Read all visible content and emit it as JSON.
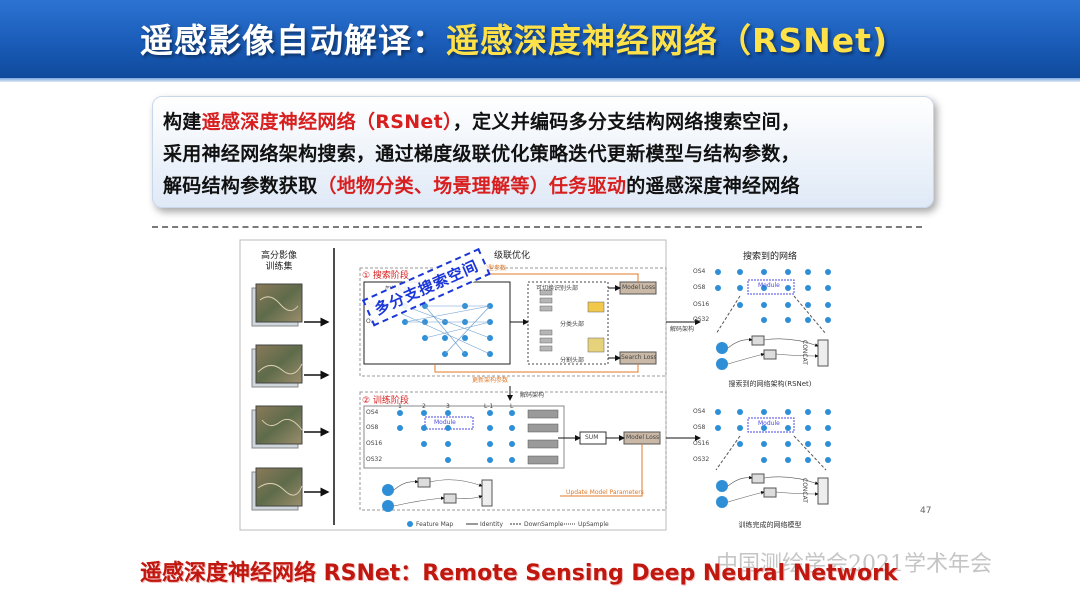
{
  "header": {
    "title_prefix": "遥感影像自动解译：",
    "title_highlight": "遥感深度神经网络（RSNet)"
  },
  "intro": {
    "l1_a": "构建",
    "l1_b": "遥感深度神经网络（RSNet）",
    "l1_c": "，定义并编码多分支结构网络搜索空间，",
    "l2": "采用神经网络架构搜索，通过梯度级联优化策略迭代更新模型与结构参数，",
    "l3_a": "解码结构参数获取",
    "l3_b": "（地物分类、场景理解等）任务驱动",
    "l3_c": "的遥感深度神经网络"
  },
  "figure": {
    "dataset_label_1": "高分影像",
    "dataset_label_2": "训练集",
    "cascade_title": "级联优化",
    "search_phase": "① 搜索阶段",
    "train_phase": "② 训练阶段",
    "update_model_params_cn": "更新模型参数",
    "update_arch_params_cn": "更新架构参数",
    "arch_space": "架构搜索空间",
    "switchable_heads": "可切换识别头部",
    "classify_head": "分类头部",
    "seg_head": "分割头部",
    "model_loss": "Model Loss",
    "search_loss": "Search Loss",
    "decode_arch": "解码架构",
    "decode_arch_2": "解码架构",
    "stamp": "多分支搜索空间",
    "sum": "SUM",
    "model_loss_2": "Model Loss",
    "update_model_params_en": "Update Model Parameters",
    "os_labels": [
      "OS4",
      "OS8",
      "OS16",
      "OS32"
    ],
    "layer_labels": [
      "1",
      "2",
      "3",
      "L-1",
      "L"
    ],
    "module": "Module",
    "legend": [
      "Feature Map",
      "Identity",
      "DownSample",
      "UpSample"
    ],
    "searched_network": "搜索到的网络",
    "searched_arch_caption": "搜索到的网络架构(RSNet)",
    "trained_model_caption": "训练完成的网络模型",
    "concat": "CONCAT",
    "page_number": "47"
  },
  "footer": {
    "text": "遥感深度神经网络 RSNet：Remote Sensing Deep Neural Network",
    "watermark": "中国测绘学会2021学术年会"
  },
  "colors": {
    "header_blue": "#1a5cb8",
    "title_yellow": "#ffe24a",
    "highlight_red": "#d81e1e",
    "node_blue": "#2e8fd6",
    "stamp_blue": "#1a36d8"
  }
}
